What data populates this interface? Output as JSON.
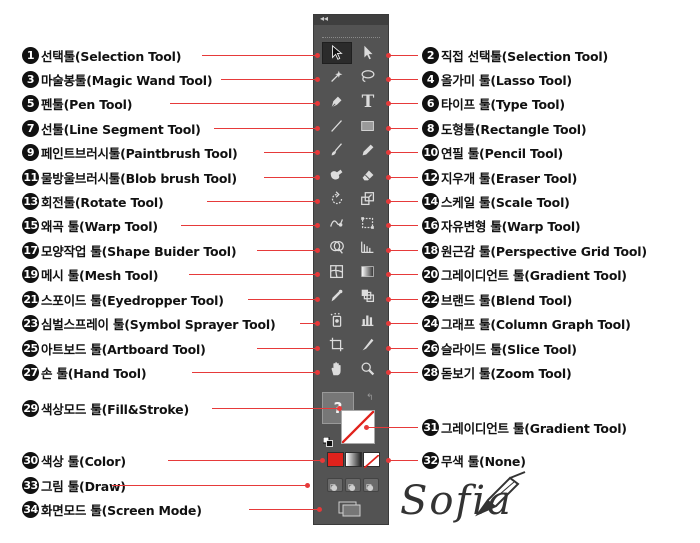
{
  "toolbar": {
    "collapse_glyph": "◂◂",
    "fill_question": "?"
  },
  "left_labels": [
    {
      "num": "1",
      "text": "선택툴(Selection Tool)"
    },
    {
      "num": "3",
      "text": "마술봉툴(Magic Wand Tool)"
    },
    {
      "num": "5",
      "text": "펜툴(Pen Tool)"
    },
    {
      "num": "7",
      "text": "선툴(Line Segment Tool)"
    },
    {
      "num": "9",
      "text": "페인트브러시툴(Paintbrush Tool)"
    },
    {
      "num": "11",
      "text": "물방울브러시툴(Blob brush Tool)"
    },
    {
      "num": "13",
      "text": "회전툴(Rotate Tool)"
    },
    {
      "num": "15",
      "text": "왜곡 툴(Warp Tool)"
    },
    {
      "num": "17",
      "text": "모양작업 툴(Shape Buider Tool)"
    },
    {
      "num": "19",
      "text": "메시 툴(Mesh Tool)"
    },
    {
      "num": "21",
      "text": "스포이드 툴(Eyedropper Tool)"
    },
    {
      "num": "23",
      "text": "심벌스프레이 툴(Symbol Sprayer Tool)"
    },
    {
      "num": "25",
      "text": "아트보드 툴(Artboard Tool)"
    },
    {
      "num": "27",
      "text": "손 툴(Hand Tool)"
    },
    {
      "num": "29",
      "text": "색상모드 툴(Fill&Stroke)"
    },
    {
      "num": "30",
      "text": "색상 툴(Color)"
    },
    {
      "num": "33",
      "text": "그림 툴(Draw)"
    },
    {
      "num": "34",
      "text": "화면모드 툴(Screen Mode)"
    }
  ],
  "right_labels": [
    {
      "num": "2",
      "text": "직접 선택툴(Selection Tool)"
    },
    {
      "num": "4",
      "text": "올가미 툴(Lasso Tool)"
    },
    {
      "num": "6",
      "text": "타이프 툴(Type Tool)"
    },
    {
      "num": "8",
      "text": "도형툴(Rectangle Tool)"
    },
    {
      "num": "10",
      "text": "연필 툴(Pencil Tool)"
    },
    {
      "num": "12",
      "text": "지우개 툴(Eraser Tool)"
    },
    {
      "num": "14",
      "text": "스케일 툴(Scale Tool)"
    },
    {
      "num": "16",
      "text": "자유변형 툴(Warp Tool)"
    },
    {
      "num": "18",
      "text": "원근감 툴(Perspective Grid Tool)"
    },
    {
      "num": "20",
      "text": "그레이디언트 툴(Gradient Tool)"
    },
    {
      "num": "22",
      "text": "브랜드 툴(Blend Tool)"
    },
    {
      "num": "24",
      "text": "그래프 툴(Column Graph Tool)"
    },
    {
      "num": "26",
      "text": "슬라이드 툴(Slice Tool)"
    },
    {
      "num": "28",
      "text": "돋보기 툴(Zoom Tool)"
    },
    {
      "num": "31",
      "text": "그레이디언트 툴(Gradient Tool)"
    },
    {
      "num": "32",
      "text": "무색 툴(None)"
    }
  ],
  "tools_left": [
    "selection-icon",
    "magic-wand-icon",
    "pen-icon",
    "line-segment-icon",
    "paintbrush-icon",
    "blob-brush-icon",
    "rotate-icon",
    "warp-icon",
    "shape-builder-icon",
    "mesh-icon",
    "eyedropper-icon",
    "symbol-sprayer-icon",
    "artboard-icon",
    "hand-icon"
  ],
  "tools_right": [
    "direct-selection-icon",
    "lasso-icon",
    "type-icon",
    "rectangle-icon",
    "pencil-icon",
    "eraser-icon",
    "scale-icon",
    "free-transform-icon",
    "perspective-grid-icon",
    "gradient-icon",
    "blend-icon",
    "column-graph-icon",
    "slice-icon",
    "zoom-icon"
  ],
  "type_glyph": "T",
  "signature": {
    "text": "Sofia"
  },
  "colors": {
    "accent_line": "#e63a3a",
    "toolbar_bg": "#535353",
    "fill_red": "#e0221c"
  }
}
